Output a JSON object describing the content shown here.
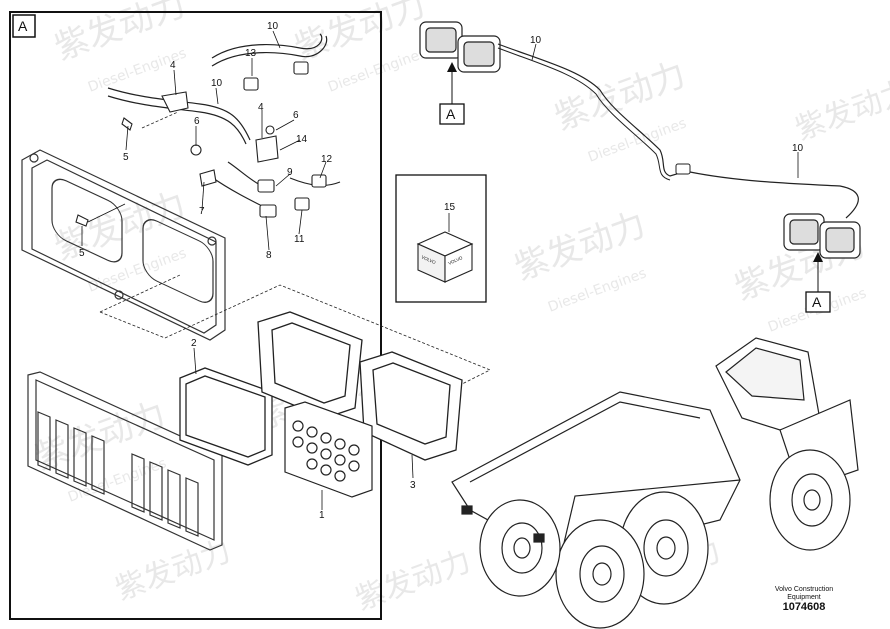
{
  "panel_label": "A",
  "view_labels": [
    "A",
    "A"
  ],
  "callouts": {
    "c1": "1",
    "c2": "2",
    "c3": "3",
    "c4a": "4",
    "c4b": "4",
    "c5a": "5",
    "c5b": "5",
    "c6": "6",
    "c7": "7",
    "c8": "8",
    "c9": "9",
    "c10a": "10",
    "c10b": "10",
    "c10c": "10",
    "c11": "11",
    "c12": "12",
    "c13": "13",
    "c14": "14",
    "c15": "15"
  },
  "kit_text": "VOLVO",
  "watermark": {
    "cn": "紫发动力",
    "en": "Diesel-Engines"
  },
  "credit": {
    "line1": "Volvo Construction",
    "line2": "Equipment",
    "number": "1074608"
  }
}
